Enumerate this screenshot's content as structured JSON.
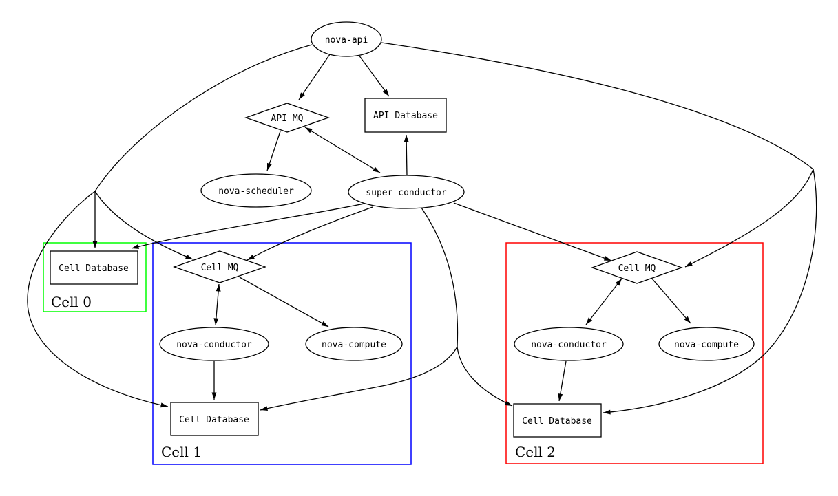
{
  "diagram": {
    "background": "#ffffff",
    "edge_color": "#000000",
    "node_fill": "#ffffff",
    "node_border": "#000000",
    "nodes": {
      "nova_api": {
        "label": "nova-api",
        "shape": "ellipse"
      },
      "api_mq": {
        "label": "API MQ",
        "shape": "diamond"
      },
      "api_db": {
        "label": "API Database",
        "shape": "box"
      },
      "nova_scheduler": {
        "label": "nova-scheduler",
        "shape": "ellipse"
      },
      "super_conductor": {
        "label": "super conductor",
        "shape": "ellipse"
      },
      "cell0_db": {
        "label": "Cell Database",
        "shape": "box"
      },
      "cell1_mq": {
        "label": "Cell MQ",
        "shape": "diamond"
      },
      "cell1_conductor": {
        "label": "nova-conductor",
        "shape": "ellipse"
      },
      "cell1_compute": {
        "label": "nova-compute",
        "shape": "ellipse"
      },
      "cell1_db": {
        "label": "Cell Database",
        "shape": "box"
      },
      "cell2_mq": {
        "label": "Cell MQ",
        "shape": "diamond"
      },
      "cell2_conductor": {
        "label": "nova-conductor",
        "shape": "ellipse"
      },
      "cell2_compute": {
        "label": "nova-compute",
        "shape": "ellipse"
      },
      "cell2_db": {
        "label": "Cell Database",
        "shape": "box"
      }
    },
    "clusters": {
      "cell0": {
        "label": "Cell 0",
        "color": "#00ff00"
      },
      "cell1": {
        "label": "Cell 1",
        "color": "#0000ff"
      },
      "cell2": {
        "label": "Cell 2",
        "color": "#ff0000"
      }
    },
    "edges": [
      {
        "from": "nova_api",
        "to": "api_mq",
        "arrows": "single"
      },
      {
        "from": "nova_api",
        "to": "api_db",
        "arrows": "single"
      },
      {
        "from": "api_mq",
        "to": "nova_scheduler",
        "arrows": "single"
      },
      {
        "from": "api_mq",
        "to": "super_conductor",
        "arrows": "double"
      },
      {
        "from": "super_conductor",
        "to": "api_db",
        "arrows": "single"
      },
      {
        "from": "nova_api",
        "to": "cell0_db",
        "arrows": "single"
      },
      {
        "from": "nova_api",
        "to": "cell1_db",
        "arrows": "single"
      },
      {
        "from": "nova_api",
        "to": "cell1_mq",
        "arrows": "single"
      },
      {
        "from": "nova_api",
        "to": "cell2_mq",
        "arrows": "single"
      },
      {
        "from": "nova_api",
        "to": "cell2_db",
        "arrows": "single"
      },
      {
        "from": "super_conductor",
        "to": "cell0_db",
        "arrows": "single"
      },
      {
        "from": "super_conductor",
        "to": "cell1_mq",
        "arrows": "single"
      },
      {
        "from": "super_conductor",
        "to": "cell2_mq",
        "arrows": "single"
      },
      {
        "from": "super_conductor",
        "to": "cell1_db",
        "arrows": "single"
      },
      {
        "from": "super_conductor",
        "to": "cell2_db",
        "arrows": "single"
      },
      {
        "from": "cell1_mq",
        "to": "cell1_conductor",
        "arrows": "double"
      },
      {
        "from": "cell1_mq",
        "to": "cell1_compute",
        "arrows": "single"
      },
      {
        "from": "cell1_conductor",
        "to": "cell1_db",
        "arrows": "single"
      },
      {
        "from": "cell2_mq",
        "to": "cell2_conductor",
        "arrows": "double"
      },
      {
        "from": "cell2_mq",
        "to": "cell2_compute",
        "arrows": "single"
      },
      {
        "from": "cell2_conductor",
        "to": "cell2_db",
        "arrows": "single"
      }
    ]
  }
}
